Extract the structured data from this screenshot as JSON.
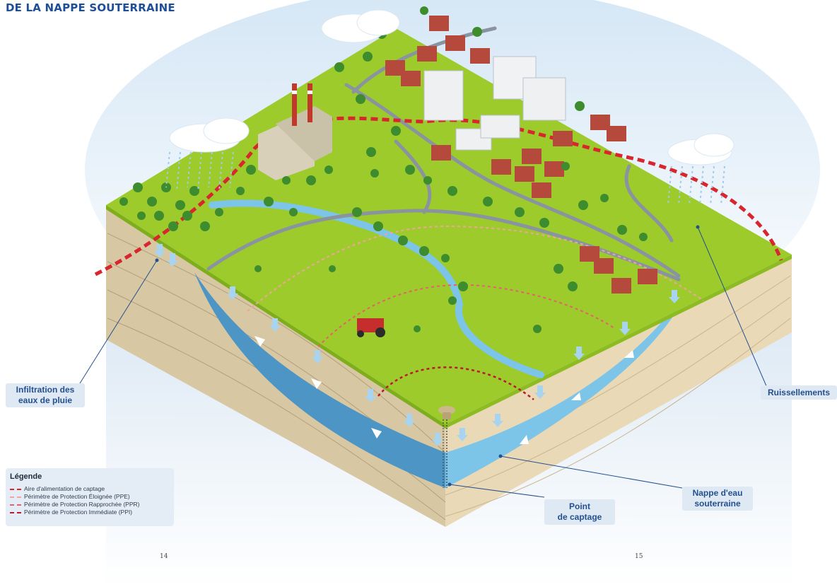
{
  "title": "DE LA NAPPE SOUTERRAINE",
  "labels": {
    "infiltration": [
      "Infiltration des",
      "eaux de pluie"
    ],
    "ruissellements": "Ruissellements",
    "point_captage": [
      "Point",
      "de captage"
    ],
    "nappe": [
      "Nappe d'eau",
      "souterraine"
    ]
  },
  "legend": {
    "title": "Légende",
    "items": [
      {
        "label": "Aire d'alimentation de captage",
        "color": "#d8262f"
      },
      {
        "label": "Périmètre de Protection Éloignée (PPE)",
        "color": "#f2a2a2"
      },
      {
        "label": "Périmètre de Protection Rapprochée (PPR)",
        "color": "#e8606a"
      },
      {
        "label": "Périmètre de Protection Immédiate (PPI)",
        "color": "#b81c2a"
      }
    ]
  },
  "page_numbers": {
    "left": "14",
    "right": "15"
  },
  "colors": {
    "grass": "#9ccb2b",
    "soil": "#ead9b6",
    "soil_dark": "#d8c7a3",
    "aquifer": "#5aa9d6",
    "river": "#7cc4e8",
    "road": "#8a94a0",
    "accent_red": "#d8262f"
  }
}
